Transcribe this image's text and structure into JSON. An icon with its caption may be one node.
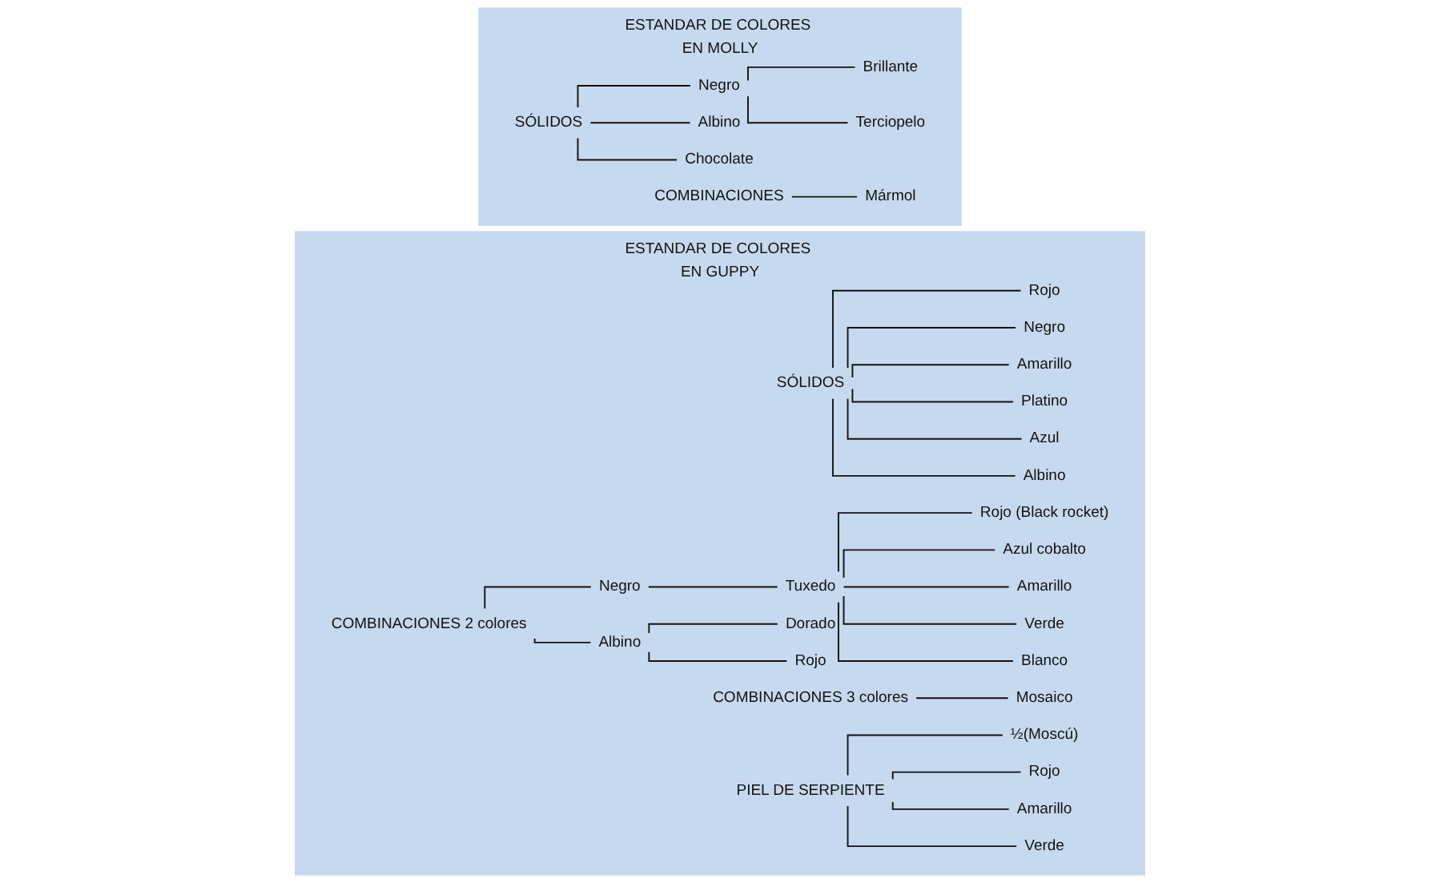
{
  "diagram": {
    "nodes": [
      {
        "text": [
          "ESTANDAR DE COLORES EN GUPPY"
        ]
      },
      {
        "text": [
          "SÓLIDOS"
        ],
        "in": 0
      },
      {
        "text": [
          "Rojo"
        ],
        "in": 0
      },
      {
        "text": [
          "Negro"
        ],
        "in": 0
      },
      {
        "text": [
          "Amarillo"
        ],
        "in": 0
      },
      {
        "text": [
          "Platino"
        ],
        "in": 0
      },
      {
        "text": [
          "Azul"
        ],
        "in": 0
      },
      {
        "text": [
          "Albino"
        ],
        "in": 0
      },
      {
        "text": [
          "COMBINACIONES 2 colores"
        ],
        "in": 0
      },
      {
        "text": [
          "Negro"
        ],
        "in": 0
      },
      {
        "text": [
          "Tuxedo"
        ],
        "in": 0
      },
      {
        "text": [
          "Rojo (Black rocket)"
        ],
        "in": 0
      },
      {
        "text": [
          "Azul cobalto"
        ],
        "in": 0
      },
      {
        "text": [
          "Amarillo"
        ],
        "in": 0
      },
      {
        "text": [
          "Verde"
        ],
        "in": 0
      },
      {
        "text": [
          "Blanco"
        ],
        "in": 0
      },
      {
        "text": [
          "Albino"
        ],
        "in": 0
      },
      {
        "text": [
          "Dorado"
        ],
        "in": 0
      },
      {
        "text": [
          "Rojo"
        ],
        "in": 0
      },
      {
        "text": [
          "COMBINACIONES 3 colores"
        ],
        "in": 0
      },
      {
        "text": [
          "Mosaico"
        ],
        "in": 0
      },
      {
        "text": [
          "PIEL DE SERPIENTE"
        ],
        "in": 0
      },
      {
        "text": [
          "½(Moscú)"
        ],
        "in": 0
      },
      {
        "text": [
          "Rojo"
        ],
        "in": 0
      },
      {
        "text": [
          "Amarillo"
        ],
        "in": 0
      },
      {
        "text": [
          "Verde"
        ],
        "in": 0
      },
      {
        "text": [
          "ESTANDAR DE COLORES EN MOLLY"
        ]
      },
      {
        "text": [
          "SÓLIDOS"
        ],
        "in": 26
      },
      {
        "text": [
          "Negro"
        ],
        "in": 26
      },
      {
        "text": [
          "Albino"
        ],
        "in": 26
      },
      {
        "text": [
          "Chocolate"
        ],
        "in": 26
      },
      {
        "text": [
          "Brillante"
        ],
        "in": 26
      },
      {
        "text": [
          "Terciopelo"
        ],
        "in": 26
      },
      {
        "text": [
          "COMBINACIONES"
        ],
        "in": 26
      },
      {
        "text": [
          "Mármol"
        ],
        "in": 26
      }
    ],
    "edges": [
      {
        "from": 1,
        "to": 2,
        "arrow": "none"
      },
      {
        "from": 1,
        "to": 3,
        "arrow": "none"
      },
      {
        "from": 1,
        "to": 4,
        "arrow": "none"
      },
      {
        "from": 1,
        "to": 5,
        "arrow": "none"
      },
      {
        "from": 1,
        "to": 6,
        "arrow": "none"
      },
      {
        "from": 1,
        "to": 7,
        "arrow": "none"
      },
      {
        "from": 8,
        "to": 9,
        "arrow": "none"
      },
      {
        "from": 8,
        "to": 16,
        "arrow": "none"
      },
      {
        "from": 9,
        "to": 10,
        "arrow": "none"
      },
      {
        "from": 10,
        "to": 11,
        "arrow": "none"
      },
      {
        "from": 10,
        "to": 12,
        "arrow": "none"
      },
      {
        "from": 10,
        "to": 13,
        "arrow": "none"
      },
      {
        "from": 10,
        "to": 14,
        "arrow": "none"
      },
      {
        "from": 10,
        "to": 15,
        "arrow": "none"
      },
      {
        "from": 16,
        "to": 17,
        "arrow": "none"
      },
      {
        "from": 16,
        "to": 18,
        "arrow": "none"
      },
      {
        "from": 19,
        "to": 20,
        "arrow": "none"
      },
      {
        "from": 21,
        "to": 22,
        "arrow": "none"
      },
      {
        "from": 21,
        "to": 23,
        "arrow": "none"
      },
      {
        "from": 21,
        "to": 24,
        "arrow": "none"
      },
      {
        "from": 21,
        "to": 25,
        "arrow": "none"
      },
      {
        "from": 27,
        "to": 28,
        "arrow": "none"
      },
      {
        "from": 27,
        "to": 29,
        "arrow": "none"
      },
      {
        "from": 27,
        "to": 30,
        "arrow": "none"
      },
      {
        "from": 28,
        "to": 31,
        "arrow": "none"
      },
      {
        "from": 28,
        "to": 32,
        "arrow": "none"
      },
      {
        "from": 33,
        "to": 34,
        "arrow": "none"
      }
    ]
  }
}
